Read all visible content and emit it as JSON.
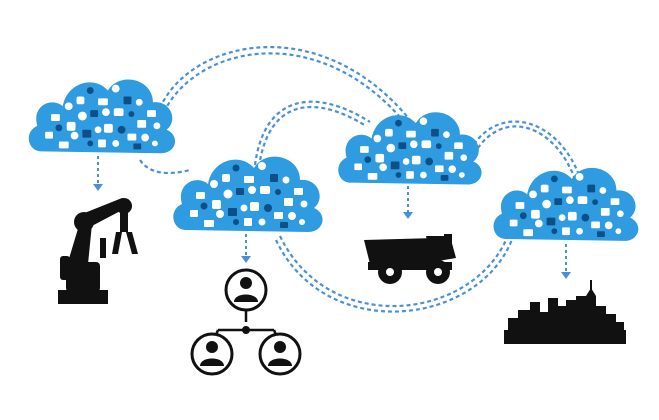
{
  "colors": {
    "cloud": "#2f9be0",
    "cloud_icons": "#ffffff",
    "cloud_icons_dark": "#0d4f86",
    "connector": "#4a90d9",
    "silhouette": "#111111",
    "background": "#ffffff"
  },
  "clouds": [
    {
      "id": "cloud-1",
      "icon": "app-icon-cloud",
      "connects_to": "robot-arm-icon"
    },
    {
      "id": "cloud-2",
      "icon": "app-icon-cloud",
      "connects_to": "user-network-icon"
    },
    {
      "id": "cloud-3",
      "icon": "app-icon-cloud",
      "connects_to": "mining-truck-icon"
    },
    {
      "id": "cloud-4",
      "icon": "app-icon-cloud",
      "connects_to": "city-skyline-icon"
    }
  ],
  "devices": [
    "robot-arm-icon",
    "user-network-icon",
    "mining-truck-icon",
    "city-skyline-icon"
  ]
}
